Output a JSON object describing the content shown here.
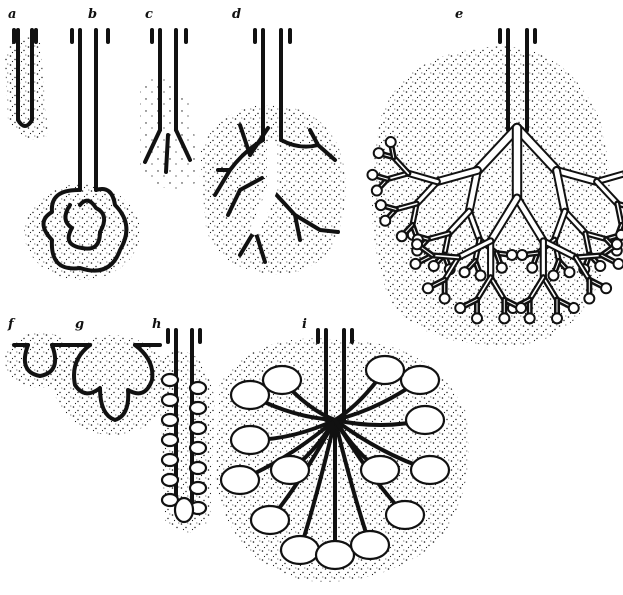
{
  "figure": {
    "panel_labels": [
      "a",
      "b",
      "c",
      "d",
      "e",
      "f",
      "g",
      "h",
      "i"
    ]
  }
}
